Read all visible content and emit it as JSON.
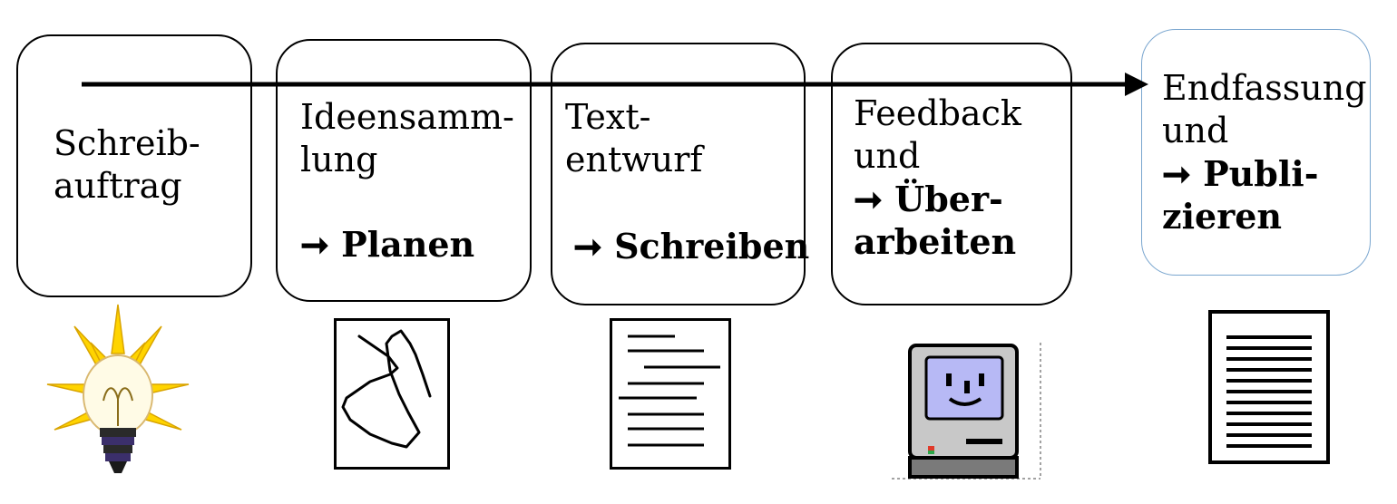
{
  "steps": [
    {
      "lines": [
        "Schreib-",
        "auftrag"
      ],
      "action": []
    },
    {
      "lines": [
        "Ideensamm-",
        "lung"
      ],
      "action": [
        "➞ Planen"
      ]
    },
    {
      "lines": [
        "Text-",
        "entwurf"
      ],
      "action": [
        "➞ Schreiben"
      ]
    },
    {
      "lines": [
        "Feedback",
        "und"
      ],
      "action": [
        "➞ Über-",
        "arbeiten"
      ]
    },
    {
      "lines": [
        "Endfassung",
        "und"
      ],
      "action": [
        "➞ Publi-",
        "zieren"
      ]
    }
  ],
  "icons": [
    "light-bulb-icon",
    "scribble-sketch-icon",
    "draft-document-icon",
    "happy-computer-icon",
    "finished-document-icon"
  ],
  "colors": {
    "stroke": "#000000",
    "final_border": "#7aa6cf",
    "bulb_rays": "#ffd400",
    "screen": "#b7b9f5",
    "computer": "#c8c8c8"
  }
}
